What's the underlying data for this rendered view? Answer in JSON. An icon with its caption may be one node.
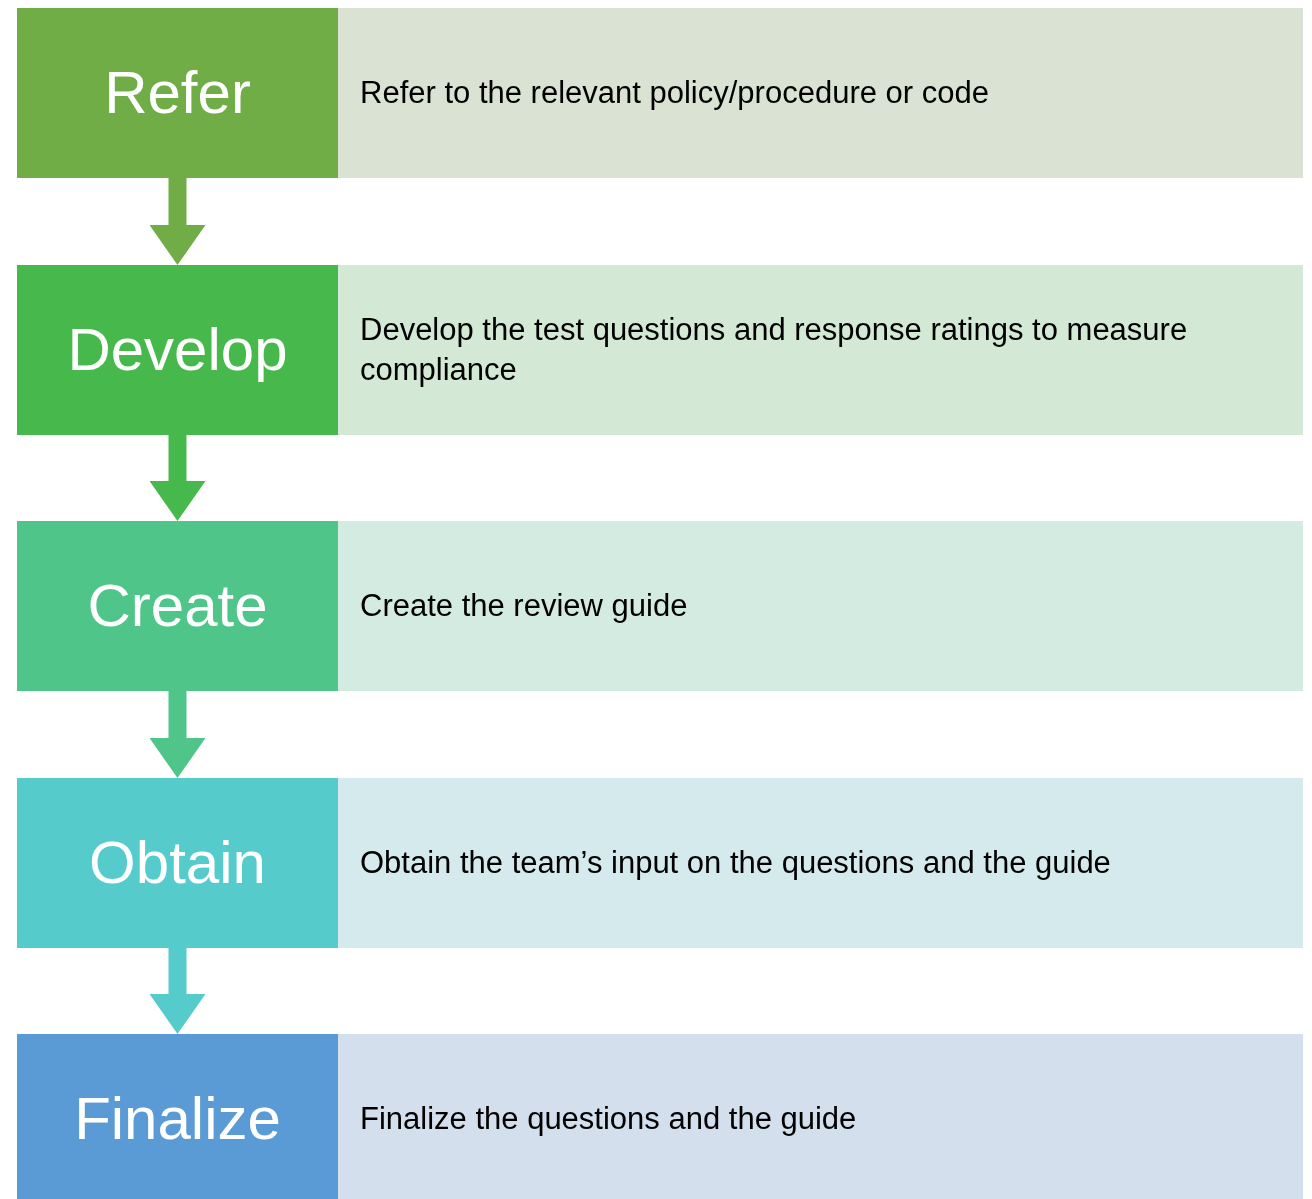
{
  "diagram": {
    "nodes": [
      {
        "text": [
          "Refer"
        ]
      },
      {
        "text": [
          "Refer to the relevant policy/procedure or code"
        ]
      },
      {
        "text": [
          "Develop"
        ]
      },
      {
        "text": [
          "Develop the test questions and response ratings to measure compliance"
        ]
      },
      {
        "text": [
          "Create"
        ]
      },
      {
        "text": [
          "Create the review guide"
        ]
      },
      {
        "text": [
          "Obtain"
        ]
      },
      {
        "text": [
          "Obtain the team’s input on the questions and the guide"
        ]
      },
      {
        "text": [
          "Finalize"
        ]
      },
      {
        "text": [
          "Finalize the questions and the guide"
        ]
      }
    ],
    "edges": [
      {
        "from": 0,
        "to": 2,
        "arrow": "to",
        "color": "#70ad47"
      },
      {
        "from": 2,
        "to": 4,
        "arrow": "to",
        "color": "#47b94c"
      },
      {
        "from": 4,
        "to": 6,
        "arrow": "to",
        "color": "#4fc58a"
      },
      {
        "from": 6,
        "to": 8,
        "arrow": "to",
        "color": "#55cbcc"
      }
    ]
  }
}
